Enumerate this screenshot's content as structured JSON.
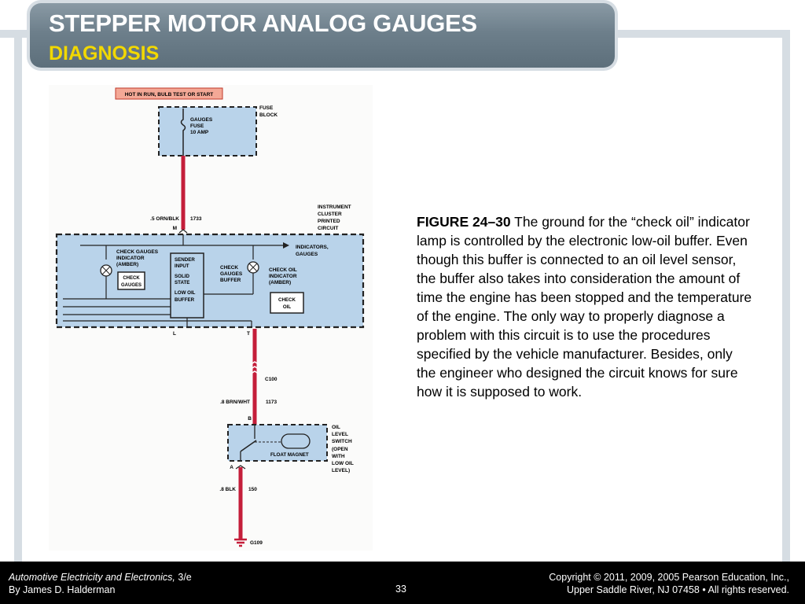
{
  "header": {
    "title": "STEPPER MOTOR ANALOG GAUGES",
    "subtitle": "DIAGNOSIS"
  },
  "colors": {
    "title_bar": "#6d7f8b",
    "subtitle": "#f2d800",
    "wire": "#c41e3a",
    "box_fill": "#b9d3ea",
    "hot_label_fill": "#f4a896"
  },
  "diagram": {
    "hot_label": "HOT IN RUN, BULB TEST OR START",
    "fuse_block_label": [
      "FUSE",
      "BLOCK"
    ],
    "fuse_label": [
      "GAUGES",
      "FUSE",
      "10 AMP"
    ],
    "wire1": {
      "gauge": ".5 ORN/BLK",
      "circuit": "1733",
      "connector": "M"
    },
    "cluster_label": [
      "INSTRUMENT",
      "CLUSTER",
      "PRINTED",
      "CIRCUIT"
    ],
    "indicators_label": [
      "INDICATORS,",
      "GAUGES"
    ],
    "check_gauges_indicator": [
      "CHECK GAUGES",
      "INDICATOR",
      "(AMBER)"
    ],
    "check_gauges_box": [
      "CHECK",
      "GAUGES"
    ],
    "sender_box": [
      "SENDER",
      "INPUT",
      "SOLID",
      "STATE",
      "LOW OIL",
      "BUFFER"
    ],
    "check_gauges_buffer": [
      "CHECK",
      "GAUGES",
      "BUFFER"
    ],
    "check_oil_indicator": [
      "CHECK OIL",
      "INDICATOR",
      "(AMBER)"
    ],
    "check_oil_box": [
      "CHECK",
      "OIL"
    ],
    "connector_l": "L",
    "connector_t": "T",
    "c100": "C100",
    "wire2": {
      "gauge": ".8 BRN/WHT",
      "circuit": "1173",
      "connector": "B"
    },
    "oil_switch_label": [
      "OIL",
      "LEVEL",
      "SWITCH",
      "(OPEN",
      "WITH",
      "LOW OIL",
      "LEVEL)"
    ],
    "float_magnet": "FLOAT MAGNET",
    "connector_a": "A",
    "wire3": {
      "gauge": ".8 BLK",
      "circuit": "150"
    },
    "ground": "G109"
  },
  "caption": {
    "figure_label": "FIGURE 24–30",
    "text": " The ground for the “check oil” indicator lamp is controlled by the electronic low-oil buffer. Even though this buffer is connected to an oil level sensor, the buffer also takes into consideration the amount of time the engine has been stopped and the temperature of the engine. The only way to properly diagnose a problem with this circuit is to use the procedures specified by the vehicle manufacturer. Besides, only the engineer who designed the circuit knows for sure how it is supposed to work."
  },
  "footer": {
    "book_title": "Automotive Electricity and Electronics,",
    "edition": " 3/e",
    "author": "By James D. Halderman",
    "page": "33",
    "copyright": "Copyright © 2011, 2009, 2005 Pearson Education, Inc.,",
    "address": "Upper Saddle River, NJ 07458 • All rights reserved."
  }
}
